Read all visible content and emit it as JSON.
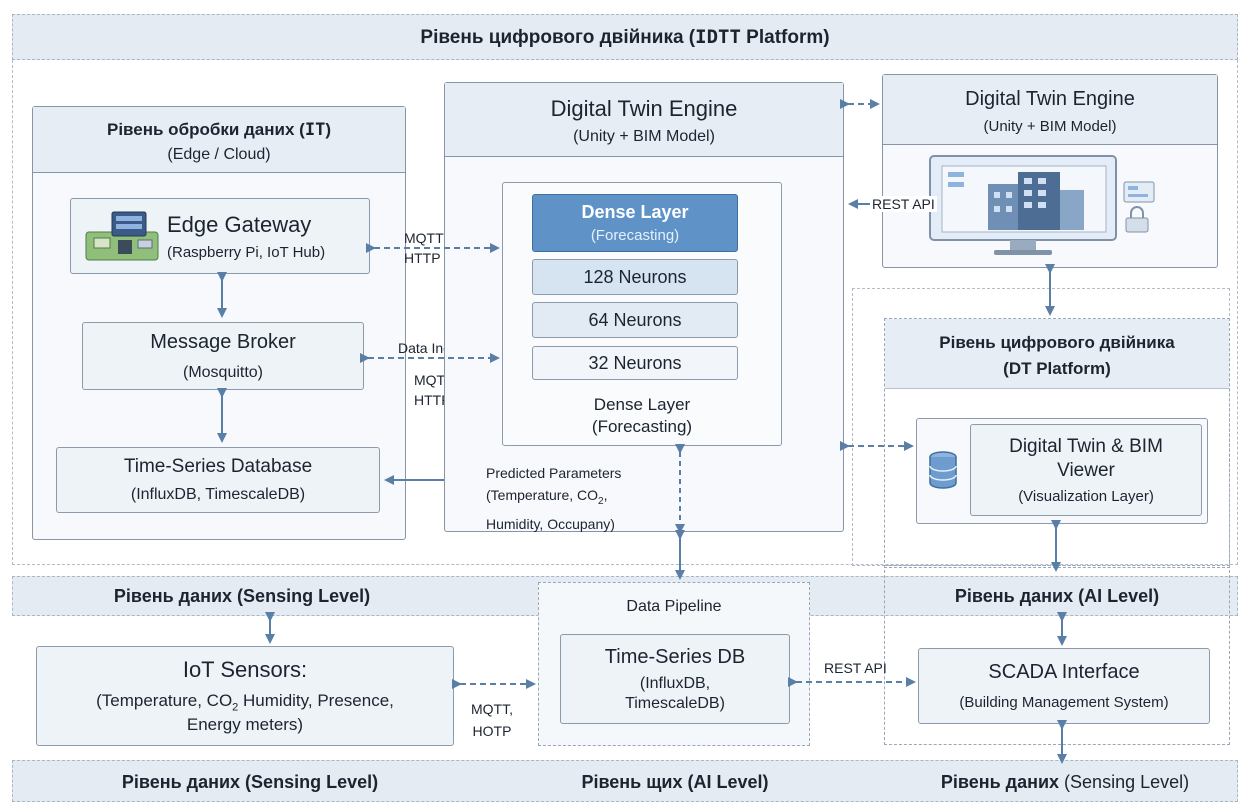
{
  "top_band": {
    "title_prefix": "Рівень цифрового двійника (",
    "title_code": "IDTT",
    "title_suffix": " Platform)"
  },
  "it_layer": {
    "title_prefix": "Рівень обробки даних (",
    "title_code": "IT",
    "title_suffix": ")",
    "subtitle": "(Edge / Cloud)"
  },
  "edge_gateway": {
    "title": "Edge Gateway",
    "subtitle": "(Raspberry Pi, IoT Hub)"
  },
  "message_broker": {
    "title": "Message Broker",
    "subtitle": "(Mosquitto)"
  },
  "tsdb_left": {
    "title": "Time-Series Database",
    "subtitle": "(InfluxDB, TimescaleDB)"
  },
  "conn_mqtt_http_1": {
    "line1": "MQTT",
    "line2": "HTTP"
  },
  "conn_data_ingest": {
    "label": "Data Ingest",
    "line1": "MQTT,",
    "line2": "HTTP"
  },
  "dt_engine_center": {
    "title": "Digital Twin Engine",
    "subtitle": "(Unity + BIM Model)"
  },
  "nn": {
    "dense_top_title": "Dense Layer",
    "dense_top_sub": "(Forecasting)",
    "layers": [
      "128 Neurons",
      "64 Neurons",
      "32 Neurons"
    ],
    "dense_bottom_title": "Dense Layer",
    "dense_bottom_sub": "(Forecasting)"
  },
  "predicted": {
    "line1": "Predicted Parameters",
    "line2_a": "(Temperature, CO",
    "line2_sub": "2",
    "line2_b": ",",
    "line3": "Humidity, Occupany)"
  },
  "dt_engine_right": {
    "title": "Digital Twin Engine",
    "subtitle": "(Unity + BIM Model)"
  },
  "rest_api_right": "REST API",
  "dt_platform": {
    "title_line1": "Рівень цифрового двійника",
    "title_line2": "(DT Platform)"
  },
  "viewer": {
    "line1": "Digital Twin & BIM",
    "line2": "Viewer",
    "line3": "(Visualization Layer)"
  },
  "sensing_header_left": "Рівень даних (Sensing Level)",
  "ai_header_right": "Рівень даних (AI Level)",
  "iot_sensors": {
    "title": "IoT Sensors:",
    "line2_a": "(Temperature, CO",
    "line2_sub": "2",
    "line2_b": " Humidity, Presence,",
    "line3": "Energy meters)"
  },
  "conn_mqtt_hotp": {
    "line1": "MQTT,",
    "line2": "НОТР"
  },
  "pipeline": {
    "label": "Data Pipeline",
    "title": "Time-Series DB",
    "line2": "(InfluxDB,",
    "line3": "TimescaleDB)"
  },
  "rest_api_bottom": "REST API",
  "scada": {
    "title": "SCADA Interface",
    "subtitle": "(Building Management System)"
  },
  "bottom_band": {
    "left": "Рівень даних (Sensing Level)",
    "center": "Рівень щих (AI Level)",
    "right_a": "Рівень даних",
    "right_b": " (Sensing Level)"
  },
  "colors": {
    "accent_blue": "#5b8ec4",
    "panel_border": "#8795a6",
    "band_bg": "#e4ebf3",
    "arrow": "#5a7fa6"
  }
}
